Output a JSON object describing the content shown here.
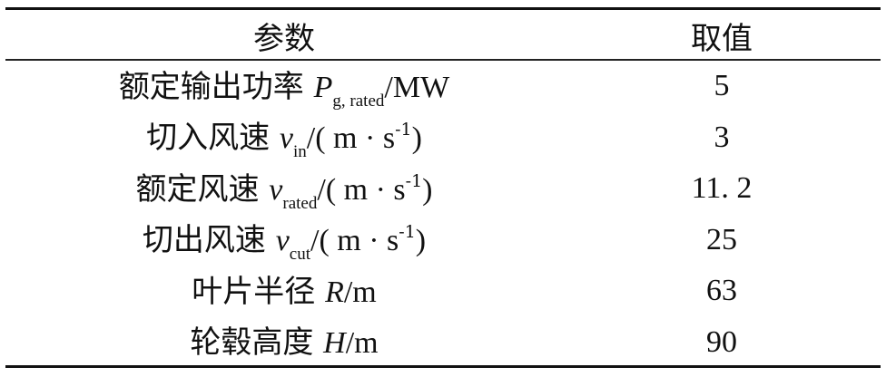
{
  "header": {
    "param": "参数",
    "value": "取值"
  },
  "rows": [
    {
      "name": "额定输出功率 ",
      "var": "P",
      "sub": "g, rated",
      "unit": "/MW",
      "sup": "",
      "unit_end": "",
      "value": "5"
    },
    {
      "name": "切入风速 ",
      "var": "v",
      "sub": "in",
      "unit": "/( m · s",
      "sup": "-1",
      "unit_end": ")",
      "value": "3"
    },
    {
      "name": "额定风速 ",
      "var": "v",
      "sub": "rated",
      "unit": "/( m · s",
      "sup": "-1",
      "unit_end": ")",
      "value": "11. 2"
    },
    {
      "name": "切出风速 ",
      "var": "v",
      "sub": "cut",
      "unit": "/( m · s",
      "sup": "-1",
      "unit_end": ")",
      "value": "25"
    },
    {
      "name": "叶片半径 ",
      "var": "R",
      "sub": "",
      "unit": "/m",
      "sup": "",
      "unit_end": "",
      "value": "63"
    },
    {
      "name": "轮毂高度 ",
      "var": "H",
      "sub": "",
      "unit": "/m",
      "sup": "",
      "unit_end": "",
      "value": "90"
    }
  ]
}
